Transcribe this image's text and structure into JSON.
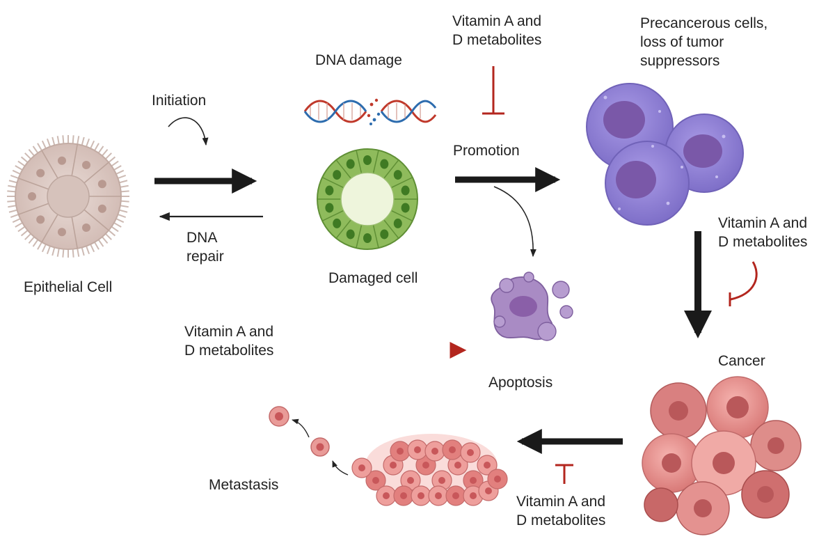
{
  "labels": {
    "dna_damage": "DNA damage",
    "initiation": "Initiation",
    "dna_repair": [
      "DNA",
      "repair"
    ],
    "epithelial_cell": "Epithelial Cell",
    "damaged_cell": "Damaged cell",
    "promotion": "Promotion",
    "precancerous": [
      "Precancerous cells,",
      "loss of tumor",
      "suppressors"
    ],
    "apoptosis": "Apoptosis",
    "cancer": "Cancer",
    "metastasis": "Metastasis",
    "vitamin_top": [
      "Vitamin A and",
      "D metabolites"
    ],
    "vitamin_right": [
      "Vitamin A and",
      "D metabolites"
    ],
    "vitamin_left": [
      "Vitamin A and",
      "D metabolites"
    ],
    "vitamin_bottom": [
      "Vitamin A and",
      "D metabolites"
    ]
  },
  "colors": {
    "arrow_black": "#1a1a1a",
    "inhibit_red": "#b3261e",
    "epithelial": "#d8c4be",
    "damaged_green": "#7fae4f",
    "precancer_purple": "#8e7fd3",
    "apoptosis_purple": "#9b7cb8",
    "cancer_pink": "#e58a8a"
  }
}
